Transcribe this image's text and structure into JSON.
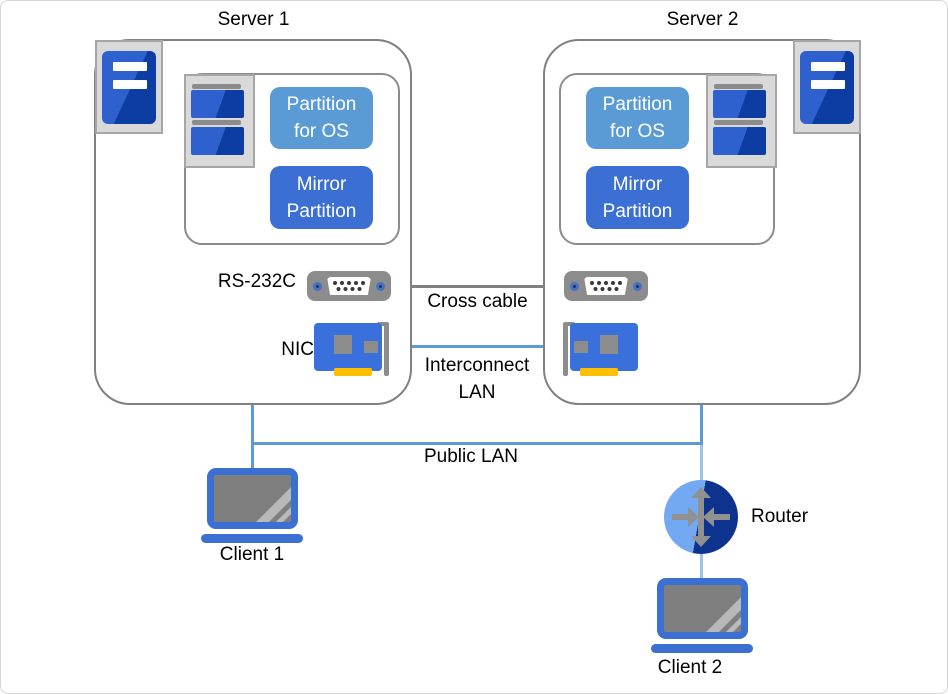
{
  "servers": [
    {
      "name": "Server 1",
      "partitions": [
        "Partition for OS",
        "Mirror Partition"
      ]
    },
    {
      "name": "Server 2",
      "partitions": [
        "Partition for OS",
        "Mirror Partition"
      ]
    }
  ],
  "connections": {
    "rs232c_label": "RS-232C",
    "nic_label": "NIC",
    "cross_cable": "Cross cable",
    "interconnect_lan": "Interconnect LAN",
    "public_lan": "Public LAN"
  },
  "devices": {
    "client1": "Client 1",
    "client2": "Client 2",
    "router": "Router"
  },
  "colors": {
    "accent_blue": "#3b6fd1",
    "partition_os_blue": "#5b9bd5",
    "mirror_partition_blue": "#3b6fd4",
    "lan_line_blue": "#5b9bd5",
    "lan_line_light_blue": "#9dc3e6",
    "cross_cable_gray": "#808080",
    "icon_gray": "#8c8c8c",
    "nic_tab_yellow": "#ffc000",
    "router_light": "#72a9f2",
    "router_dark": "#0e338f"
  }
}
